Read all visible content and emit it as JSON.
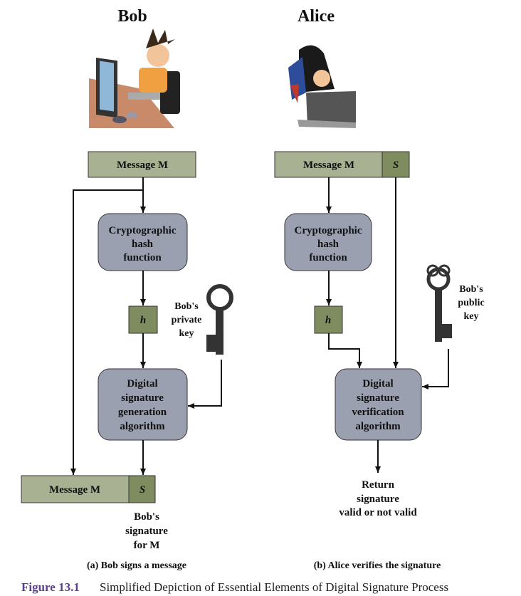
{
  "colors": {
    "message": "#a8b293",
    "signature": "#7f8c60",
    "process": "#9aa0b0",
    "figure_label": "#5b3f8c"
  },
  "bob": {
    "title": "Bob",
    "message": "Message M",
    "hash": [
      "Cryptographic",
      "hash",
      "function"
    ],
    "h": "h",
    "key_label": [
      "Bob's",
      "private",
      "key"
    ],
    "generation": [
      "Digital",
      "signature",
      "generation",
      "algorithm"
    ],
    "out_message": "Message M",
    "out_sig": "S",
    "sig_label": [
      "Bob's",
      "signature",
      "for M"
    ],
    "caption": "(a) Bob signs a message"
  },
  "alice": {
    "title": "Alice",
    "message": "Message M",
    "sig": "S",
    "hash": [
      "Cryptographic",
      "hash",
      "function"
    ],
    "h": "h",
    "key_label": [
      "Bob's",
      "public",
      "key"
    ],
    "verification": [
      "Digital",
      "signature",
      "verification",
      "algorithm"
    ],
    "result": [
      "Return",
      "signature",
      "valid or not valid"
    ],
    "caption": "(b) Alice verifies the signature"
  },
  "figure": {
    "label": "Figure 13.1",
    "title": "Simplified Depiction of Essential Elements of Digital Signature Process"
  }
}
